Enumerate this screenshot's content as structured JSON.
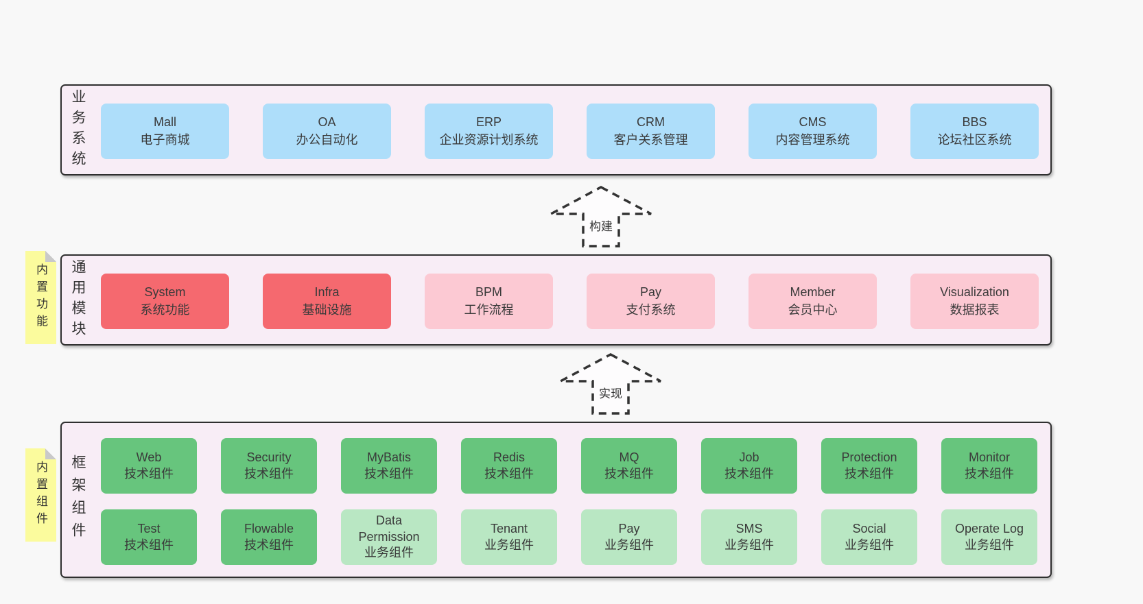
{
  "colors": {
    "page_bg": "#f8f8f8",
    "panel_bg": "#f8edf6",
    "panel_border": "#2f2f2f",
    "blue": "#aedefa",
    "red": "#f5696f",
    "pink": "#fcc9d3",
    "green_dark": "#67c57d",
    "green_light": "#b9e7c3",
    "sticky_yellow": "#fbfb9d",
    "text": "#333333"
  },
  "arrows": [
    {
      "label": "构建"
    },
    {
      "label": "实现"
    }
  ],
  "layers": {
    "business": {
      "label": "业务系统",
      "items": [
        {
          "name": "Mall",
          "desc": "电子商城"
        },
        {
          "name": "OA",
          "desc": "办公自动化"
        },
        {
          "name": "ERP",
          "desc": "企业资源计划系统"
        },
        {
          "name": "CRM",
          "desc": "客户关系管理"
        },
        {
          "name": "CMS",
          "desc": "内容管理系统"
        },
        {
          "name": "BBS",
          "desc": "论坛社区系统"
        }
      ]
    },
    "modules": {
      "label": "通用模块",
      "sticky": "内置功能",
      "items": [
        {
          "name": "System",
          "desc": "系统功能",
          "variant": "red"
        },
        {
          "name": "Infra",
          "desc": "基础设施",
          "variant": "red"
        },
        {
          "name": "BPM",
          "desc": "工作流程",
          "variant": "pink"
        },
        {
          "name": "Pay",
          "desc": "支付系统",
          "variant": "pink"
        },
        {
          "name": "Member",
          "desc": "会员中心",
          "variant": "pink"
        },
        {
          "name": "Visualization",
          "desc": "数据报表",
          "variant": "pink"
        }
      ]
    },
    "components": {
      "label": "框架组件",
      "sticky": "内置组件",
      "row1": [
        {
          "name": "Web",
          "desc": "技术组件",
          "variant": "green-dark"
        },
        {
          "name": "Security",
          "desc": "技术组件",
          "variant": "green-dark"
        },
        {
          "name": "MyBatis",
          "desc": "技术组件",
          "variant": "green-dark"
        },
        {
          "name": "Redis",
          "desc": "技术组件",
          "variant": "green-dark"
        },
        {
          "name": "MQ",
          "desc": "技术组件",
          "variant": "green-dark"
        },
        {
          "name": "Job",
          "desc": "技术组件",
          "variant": "green-dark"
        },
        {
          "name": "Protection",
          "desc": "技术组件",
          "variant": "green-dark"
        },
        {
          "name": "Monitor",
          "desc": "技术组件",
          "variant": "green-dark"
        }
      ],
      "row2": [
        {
          "name": "Test",
          "desc": "技术组件",
          "variant": "green-dark"
        },
        {
          "name": "Flowable",
          "desc": "技术组件",
          "variant": "green-dark"
        },
        {
          "name": "Data Permission",
          "desc": "业务组件",
          "variant": "green-light"
        },
        {
          "name": "Tenant",
          "desc": "业务组件",
          "variant": "green-light"
        },
        {
          "name": "Pay",
          "desc": "业务组件",
          "variant": "green-light"
        },
        {
          "name": "SMS",
          "desc": "业务组件",
          "variant": "green-light"
        },
        {
          "name": "Social",
          "desc": "业务组件",
          "variant": "green-light"
        },
        {
          "name": "Operate Log",
          "desc": "业务组件",
          "variant": "green-light"
        }
      ]
    }
  }
}
